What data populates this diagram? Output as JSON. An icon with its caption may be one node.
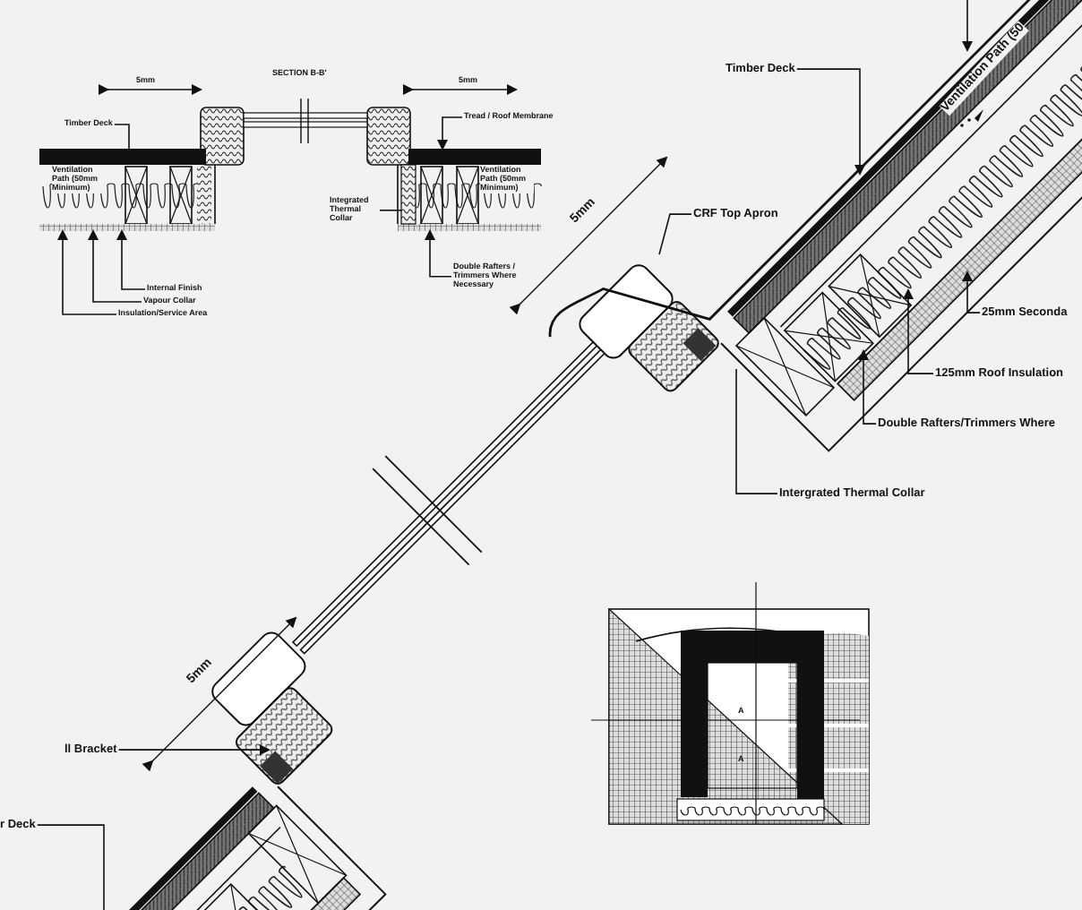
{
  "diagram": {
    "nodes": [
      {
        "text": [
          "Timber Deck"
        ]
      },
      {
        "text": [
          "Tread / Roof Membrane"
        ]
      },
      {
        "text": [
          "Integrated Thermal Collar"
        ]
      },
      {
        "text": [
          "Internal Finish"
        ]
      },
      {
        "text": [
          "Vapour Collar"
        ]
      },
      {
        "text": [
          "Insulation/Service Area"
        ]
      },
      {
        "text": [
          "Double Rafters / Trimmers Where Necessary"
        ]
      },
      {
        "text": [
          "Timber Deck"
        ]
      },
      {
        "text": [
          "CRF Top Apron"
        ]
      },
      {
        "text": [
          "25mm Seconda"
        ]
      },
      {
        "text": [
          "125mm Roof Insulation"
        ]
      },
      {
        "text": [
          "Double Rafters/Trimmers Where"
        ]
      },
      {
        "text": [
          "Intergrated Thermal Collar"
        ]
      },
      {
        "text": [
          "ll Bracket"
        ]
      },
      {
        "text": [
          "r Deck"
        ]
      },
      {
        "text": [],
        "shape": "bar"
      },
      {
        "text": [],
        "shape": "bar"
      },
      {
        "text": [],
        "shape": "bar"
      },
      {
        "text": [],
        "shape": "bar"
      },
      {
        "text": [],
        "shape": "box"
      }
    ],
    "edges": [
      {
        "from": 0,
        "to": 15,
        "arrow": "none"
      },
      {
        "from": 1,
        "to": 16,
        "arrow": "to"
      },
      {
        "from": 2,
        "to": 19,
        "arrow": "none"
      },
      {
        "from": 3,
        "to": 17,
        "arrow": "to"
      },
      {
        "from": 4,
        "to": 17,
        "arrow": "to"
      },
      {
        "from": 5,
        "to": 17,
        "arrow": "to"
      },
      {
        "from": 6,
        "to": 18,
        "arrow": "to"
      },
      {
        "from": 7,
        "to": null,
        "arrow": "to"
      },
      {
        "from": 8,
        "to": null,
        "arrow": "none"
      },
      {
        "from": 9,
        "to": null,
        "arrow": "to"
      },
      {
        "from": 10,
        "to": null,
        "arrow": "to"
      },
      {
        "from": 11,
        "to": null,
        "arrow": "to"
      },
      {
        "from": 12,
        "to": null,
        "arrow": "none"
      },
      {
        "from": 13,
        "to": null,
        "arrow": "to"
      },
      {
        "from": 14,
        "to": null,
        "arrow": "none"
      }
    ],
    "labels": [
      "SECTION B-B'",
      "5mm",
      "5mm",
      "Ventilation Path (50mm Minimum)",
      "Ventilation Path (50mm Minimum)",
      "Ventilation Path (50",
      "5mm",
      "5mm",
      "A",
      "A"
    ]
  }
}
